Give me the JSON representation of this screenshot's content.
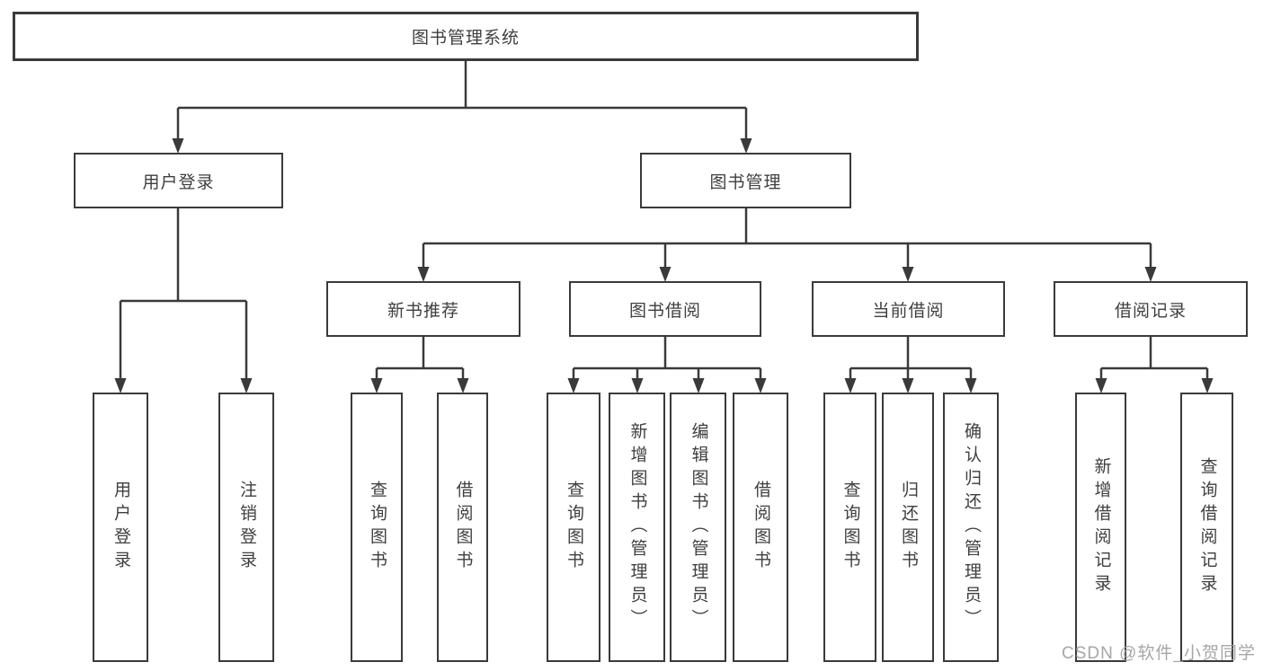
{
  "tree": {
    "label": "图书管理系统",
    "children": [
      {
        "label": "用户登录",
        "children": [
          {
            "label": "用户登录"
          },
          {
            "label": "注销登录"
          }
        ]
      },
      {
        "label": "图书管理",
        "children": [
          {
            "label": "新书推荐",
            "children": [
              {
                "label": "查询图书"
              },
              {
                "label": "借阅图书"
              }
            ]
          },
          {
            "label": "图书借阅",
            "children": [
              {
                "label": "查询图书"
              },
              {
                "label": "新增图书（管理员）"
              },
              {
                "label": "编辑图书（管理员）"
              },
              {
                "label": "借阅图书"
              }
            ]
          },
          {
            "label": "当前借阅",
            "children": [
              {
                "label": "查询图书"
              },
              {
                "label": "归还图书"
              },
              {
                "label": "确认归还（管理员）"
              }
            ]
          },
          {
            "label": "借阅记录",
            "children": [
              {
                "label": "新增借阅记录"
              },
              {
                "label": "查询借阅记录"
              }
            ]
          }
        ]
      }
    ]
  },
  "watermark": {
    "text": "CSDN @软件_小贺同学"
  },
  "colors": {
    "line": "#3a3a3a",
    "text": "#3f3f3f",
    "background": "#ffffff",
    "watermark": "#9e9e9e"
  }
}
